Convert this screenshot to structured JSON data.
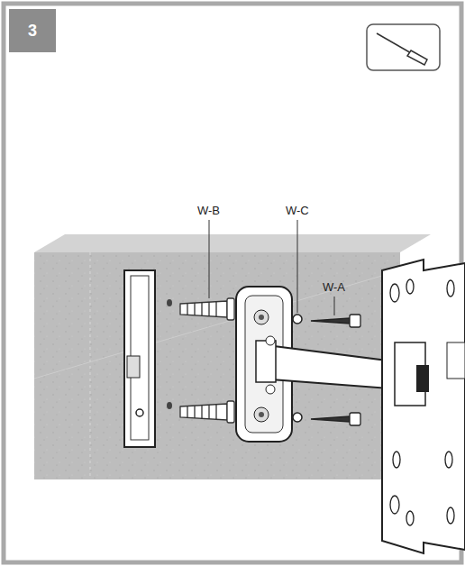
{
  "diagram": {
    "nodes": [
      {
        "text": [
          "3"
        ]
      }
    ],
    "labels": [
      "W-B",
      "W-C",
      "W-A"
    ]
  }
}
